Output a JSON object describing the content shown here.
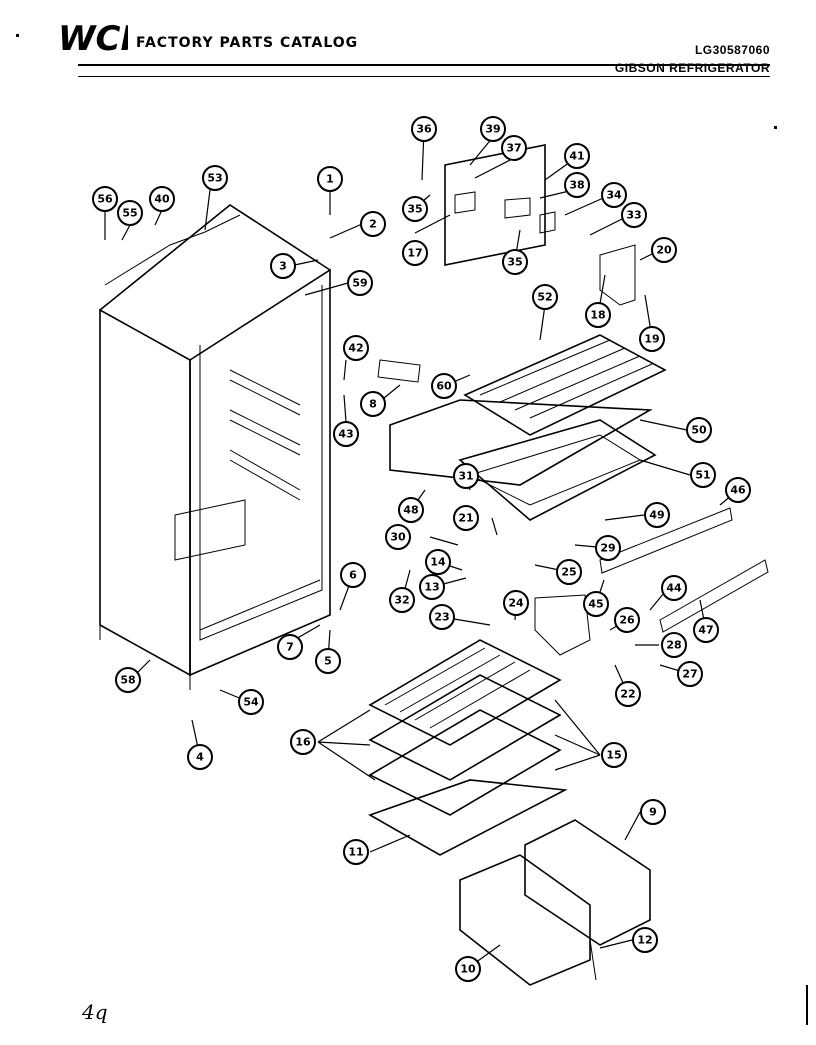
{
  "header": {
    "logo": "WCI",
    "catalog_title": "FACTORY PARTS CATALOG",
    "model_number": "LG30587060",
    "product": "GIBSON REFRIGERATOR"
  },
  "page_number": "4q",
  "callouts": [
    "1",
    "2",
    "3",
    "4",
    "5",
    "6",
    "7",
    "8",
    "9",
    "10",
    "11",
    "12",
    "13",
    "14",
    "15",
    "16",
    "17",
    "18",
    "19",
    "20",
    "21",
    "22",
    "23",
    "24",
    "25",
    "26",
    "27",
    "28",
    "29",
    "30",
    "31",
    "32",
    "33",
    "34",
    "35",
    "35",
    "36",
    "37",
    "38",
    "39",
    "40",
    "41",
    "42",
    "43",
    "44",
    "45",
    "46",
    "47",
    "48",
    "49",
    "50",
    "51",
    "52",
    "53",
    "54",
    "55",
    "56",
    "58",
    "59",
    "60"
  ]
}
